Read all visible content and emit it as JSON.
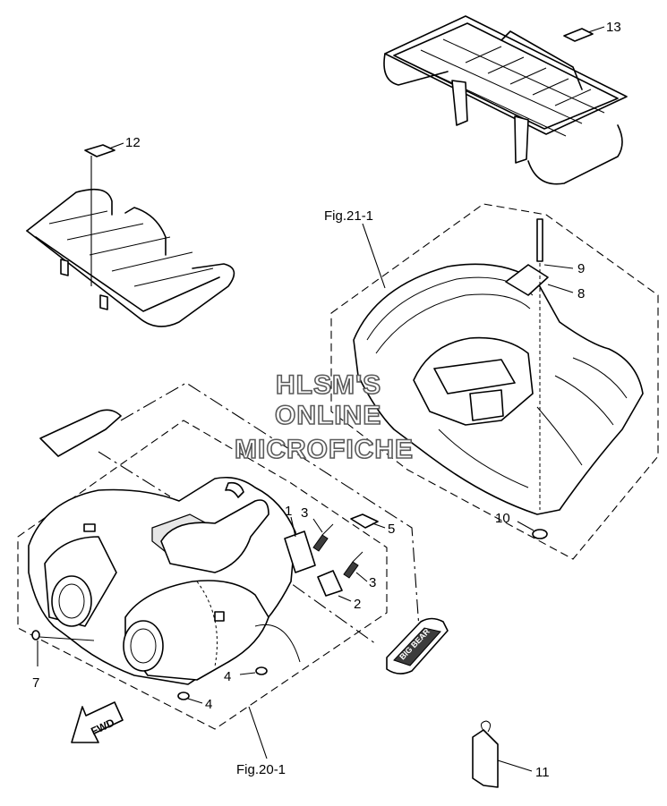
{
  "references": {
    "fig_rear": "Fig.21-1",
    "fig_front": "Fig.20-1"
  },
  "callouts": {
    "c1": "1",
    "c2": "2",
    "c3a": "3",
    "c3b": "3",
    "c4a": "4",
    "c4b": "4",
    "c5": "5",
    "c7": "7",
    "c8": "8",
    "c9": "9",
    "c10": "10",
    "c11": "11",
    "c12": "12",
    "c13": "13"
  },
  "watermark": {
    "line1": "HLSM'S",
    "line2": "ONLINE",
    "line3": "MICROFICHE"
  },
  "direction_arrow": "FWD",
  "decal_text": "BIG BEAR"
}
